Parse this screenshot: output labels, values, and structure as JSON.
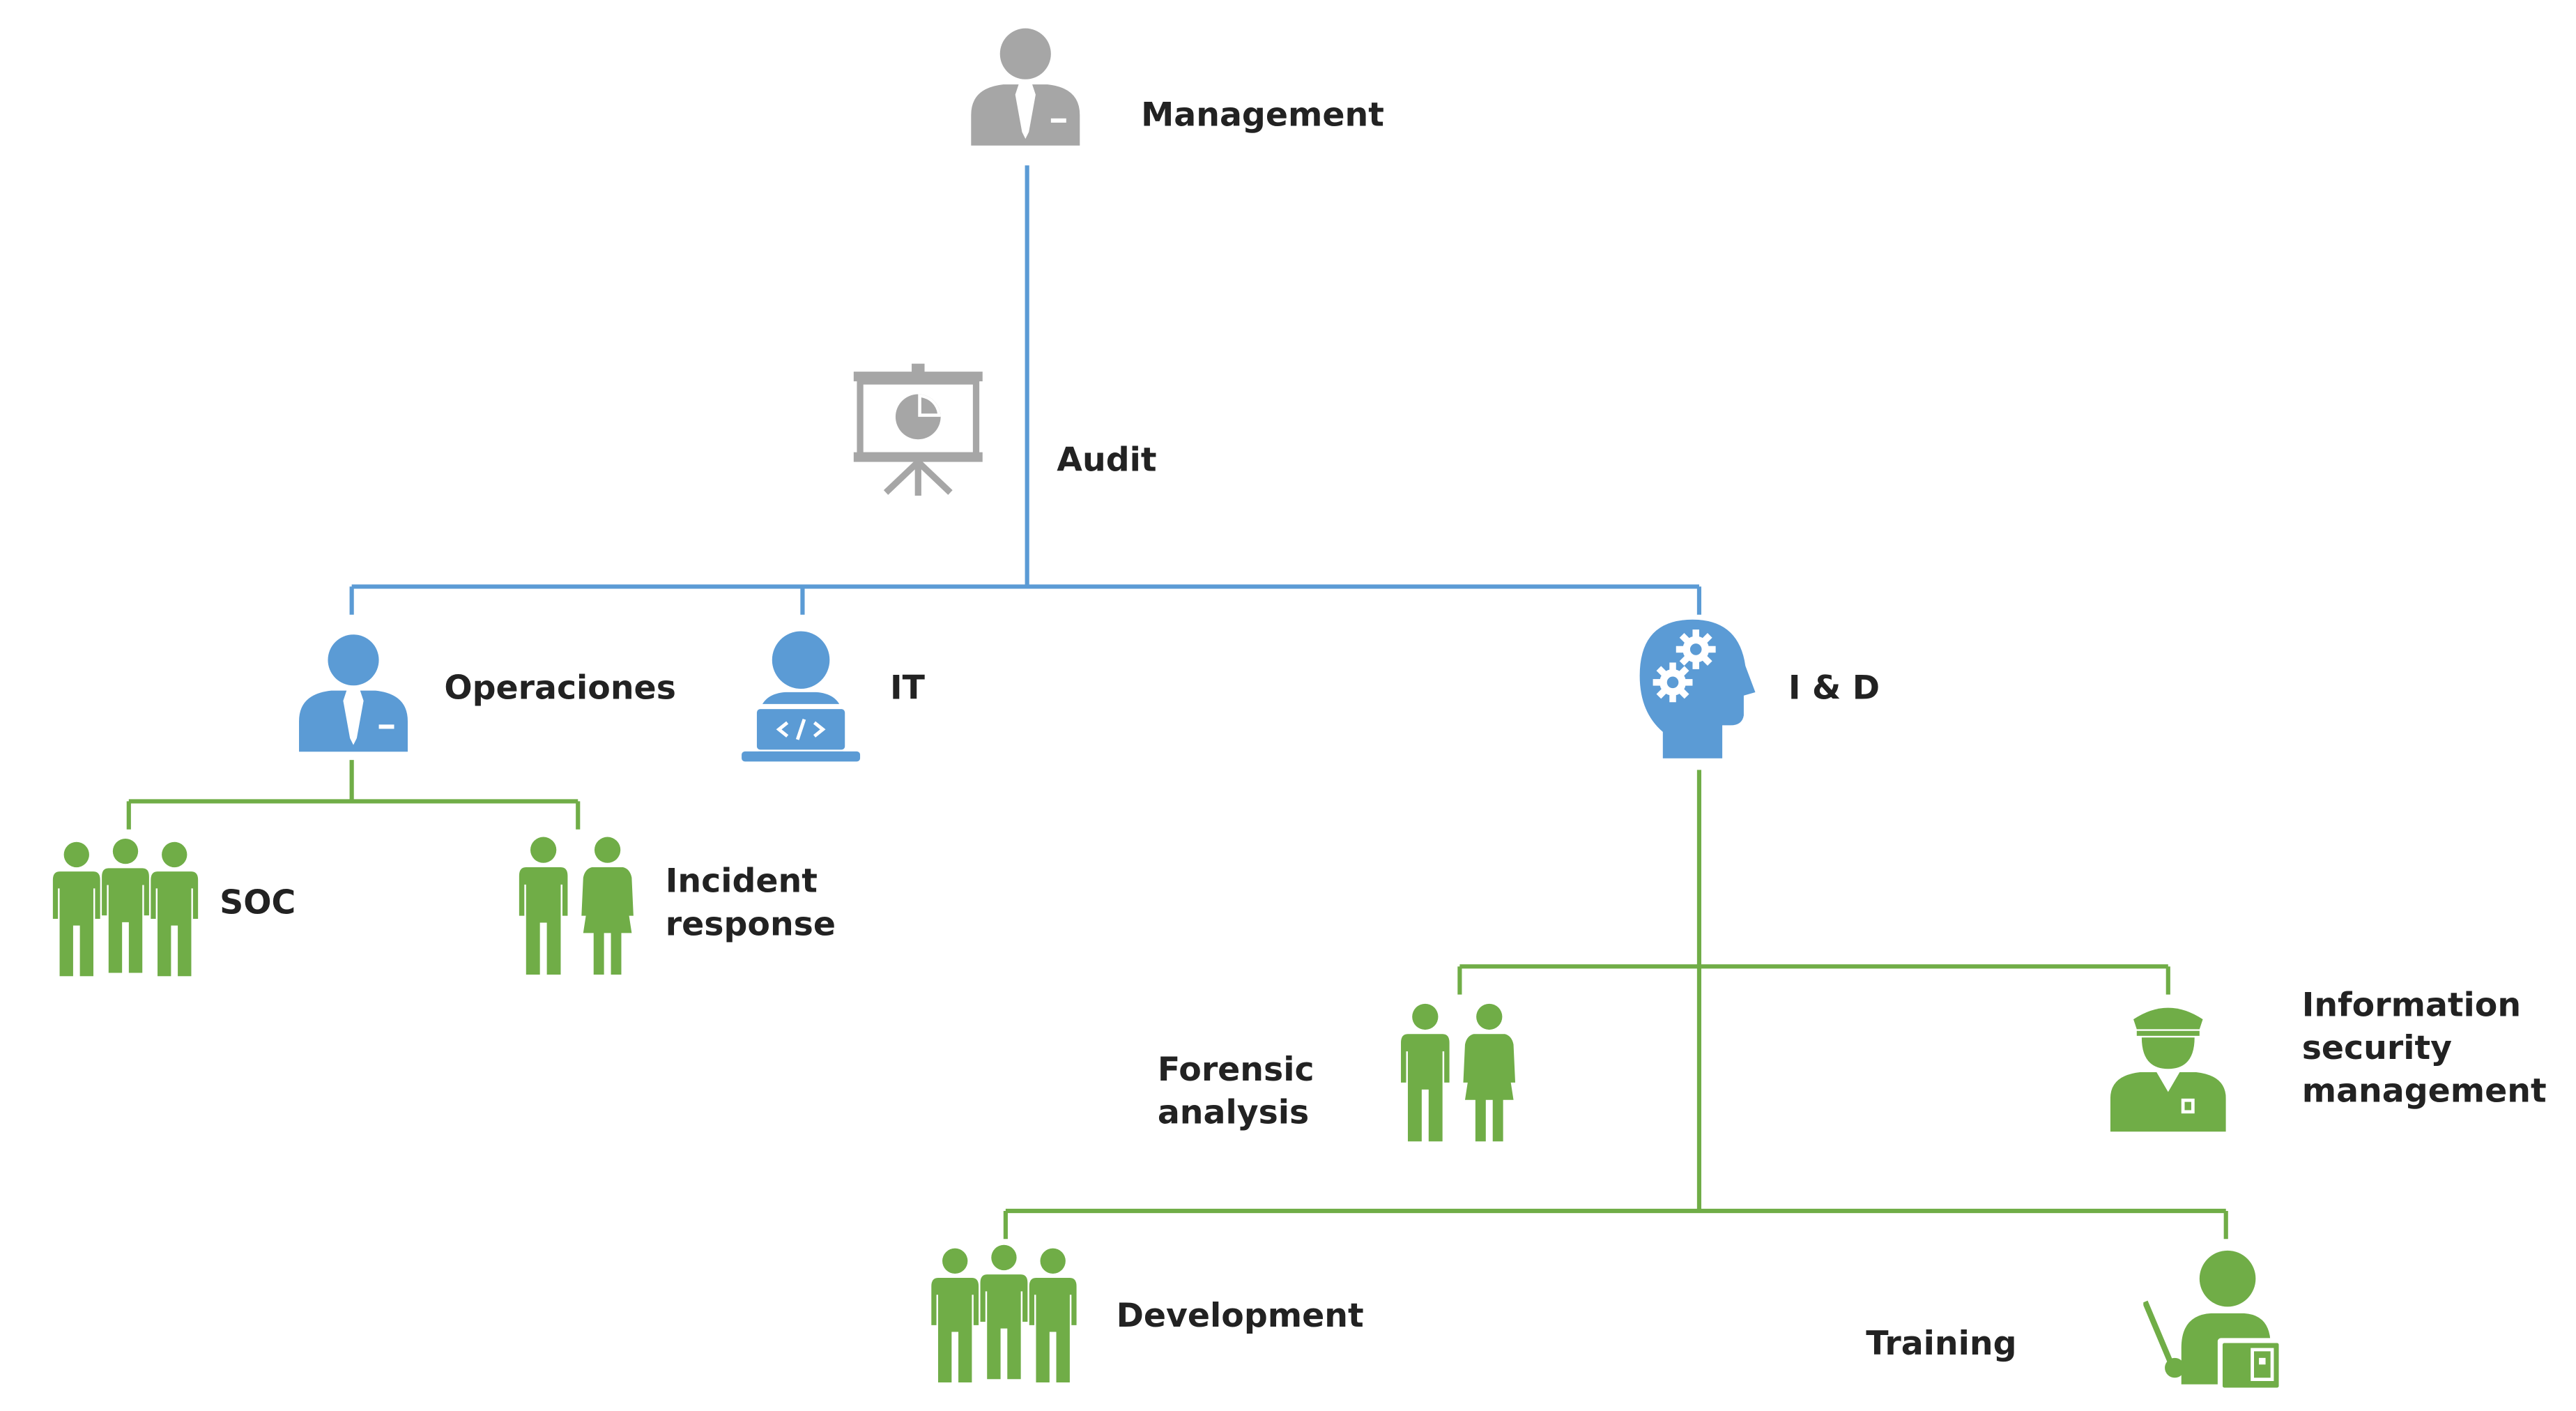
{
  "colors": {
    "management": "#a6a6a6",
    "blue": "#5b9bd5",
    "green": "#70ad47",
    "text": "#222222"
  },
  "nodes": {
    "management": {
      "label": "Management",
      "icon": "executive-person-icon"
    },
    "audit": {
      "label": "Audit",
      "icon": "presentation-board-icon"
    },
    "operaciones": {
      "label": "Operaciones",
      "icon": "executive-person-icon"
    },
    "it": {
      "label": "IT",
      "icon": "laptop-developer-icon"
    },
    "ind": {
      "label": "I & D",
      "icon": "head-gears-icon"
    },
    "soc": {
      "label": "SOC",
      "icon": "group-of-three-icon"
    },
    "incident": {
      "label_line1": "Incident",
      "label_line2": "response",
      "icon": "couple-icon"
    },
    "forensic": {
      "label_line1": "Forensic",
      "label_line2": "analysis",
      "icon": "couple-icon"
    },
    "infosec": {
      "label_line1": "Information",
      "label_line2": "security",
      "label_line3": "management",
      "icon": "officer-icon"
    },
    "development": {
      "label": "Development",
      "icon": "group-of-three-icon"
    },
    "training": {
      "label": "Training",
      "icon": "teacher-icon"
    }
  }
}
